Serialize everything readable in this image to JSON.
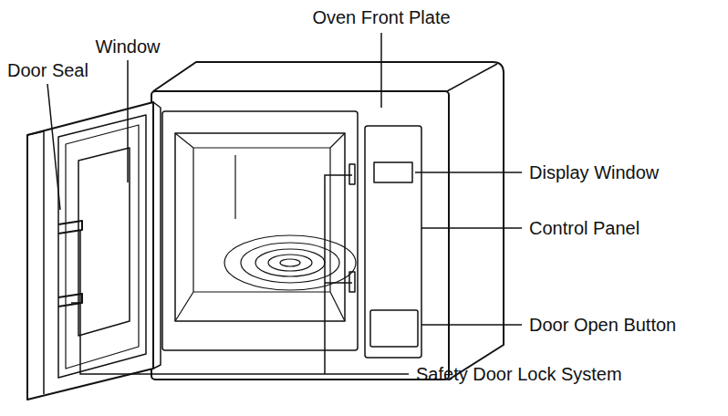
{
  "diagram": {
    "labels": [
      "Oven Front Plate",
      "Window",
      "Door Seal",
      "Display Window",
      "Control Panel",
      "Door Open Button",
      "Safety Door Lock System"
    ]
  }
}
